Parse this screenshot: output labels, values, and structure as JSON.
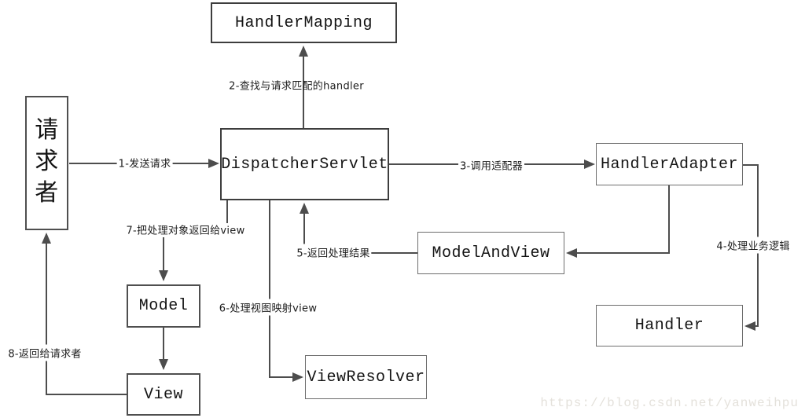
{
  "diagram": {
    "type": "flowchart",
    "subject": "Spring MVC DispatcherServlet request flow",
    "background_color": "#ffffff",
    "line_color": "#4d4d4d",
    "box_border_color": "#3d3d3d",
    "text_color": "#141414",
    "watermark": {
      "text": "https://blog.csdn.net/yanweihpu",
      "color": "#e4e1db"
    },
    "nodes": {
      "handler_mapping": {
        "label": "HandlerMapping"
      },
      "requester": {
        "label": "请求者"
      },
      "dispatcher_servlet": {
        "label": "DispatcherServlet"
      },
      "handler_adapter": {
        "label": "HandlerAdapter"
      },
      "model_and_view": {
        "label": "ModelAndView"
      },
      "handler": {
        "label": "Handler"
      },
      "model": {
        "label": "Model"
      },
      "view": {
        "label": "View"
      },
      "view_resolver": {
        "label": "ViewResolver"
      }
    },
    "edges": {
      "e1": {
        "label": "1-发送请求",
        "from": "requester",
        "to": "dispatcher_servlet"
      },
      "e2": {
        "label": "2-查找与请求匹配的handler",
        "from": "dispatcher_servlet",
        "to": "handler_mapping"
      },
      "e3": {
        "label": "3-调用适配器",
        "from": "dispatcher_servlet",
        "to": "handler_adapter"
      },
      "e4": {
        "label": "4-处理业务逻辑",
        "from": "handler_adapter",
        "to": "handler"
      },
      "e5": {
        "label": "5-返回处理结果",
        "from": "model_and_view",
        "to": "dispatcher_servlet"
      },
      "e6": {
        "label": "6-处理视图映射view",
        "from": "dispatcher_servlet",
        "to": "view_resolver"
      },
      "e7": {
        "label": "7-把处理对象返回给view",
        "from": "dispatcher_servlet",
        "to": "model"
      },
      "e8": {
        "label": "8-返回给请求者",
        "from": "view",
        "to": "requester"
      },
      "e_adapter_mav": {
        "label": "",
        "from": "handler_adapter",
        "to": "model_and_view"
      },
      "e_model_view": {
        "label": "",
        "from": "model",
        "to": "view"
      }
    }
  }
}
